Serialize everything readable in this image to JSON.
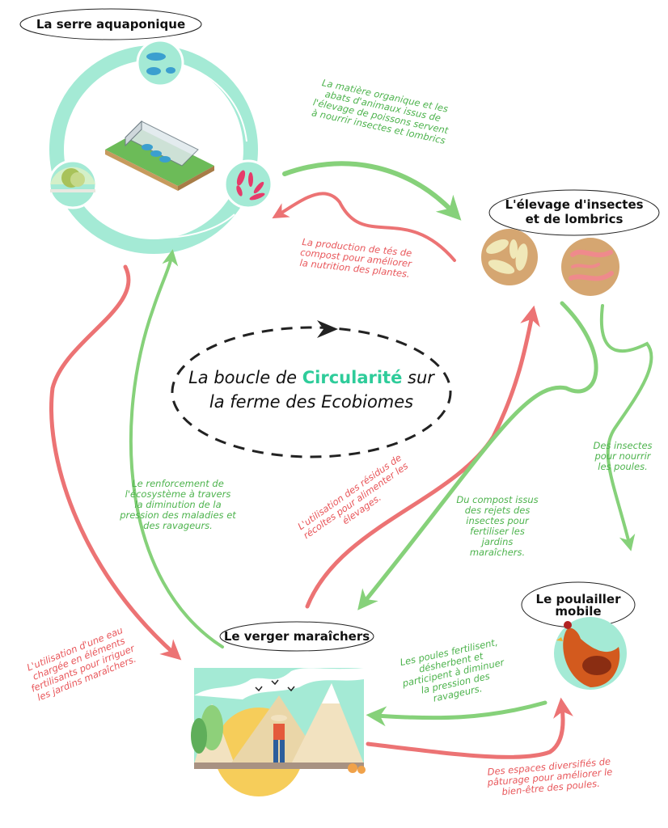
{
  "title": {
    "prefix": "La boucle de ",
    "accent": "Circularité",
    "suffix": " sur",
    "line2": "la ferme des Ecobiomes",
    "accent_color": "#2ecc9a"
  },
  "colors": {
    "green_flow": "#86d17a",
    "red_flow": "#ec7374",
    "cycle_ring": "#a4ead5",
    "green_text": "#4db34d",
    "red_text": "#e8565a"
  },
  "nodes": {
    "serre": {
      "label": "La serre aquaponique",
      "icons": [
        "fish-icon",
        "bacteria-icon",
        "lettuce-icon",
        "greenhouse-icon"
      ]
    },
    "elevage": {
      "label_line1": "L'élevage d'insectes",
      "label_line2": "et de lombrics",
      "icons": [
        "larvae-icon",
        "earthworm-icon"
      ]
    },
    "verger": {
      "label": "Le verger maraîchers",
      "icons": [
        "farmer-landscape-icon"
      ]
    },
    "poulailler": {
      "label_line1": "Le poulailler",
      "label_line2": "mobile",
      "icons": [
        "hen-icon"
      ]
    }
  },
  "flows": [
    {
      "id": "serre-to-elevage",
      "color": "green",
      "text": [
        "La matière organique et les",
        "abats d'animaux issus de",
        "l'élevage de poissons servent",
        "à nourrir insectes et lombrics"
      ]
    },
    {
      "id": "elevage-to-serre",
      "color": "red",
      "text": [
        "La production de tés de",
        "compost pour améliorer",
        "la nutrition des plantes."
      ]
    },
    {
      "id": "verger-to-serre",
      "color": "green",
      "text": [
        "Le renforcement de",
        "l'écosystème à travers",
        "la diminution de la",
        "pression des maladies et",
        "des ravageurs."
      ]
    },
    {
      "id": "verger-to-elevage",
      "color": "red",
      "text": [
        "L'utilisation des résidus de",
        "récoltes pour alimenter les",
        "élevages."
      ]
    },
    {
      "id": "elevage-to-verger",
      "color": "green",
      "text": [
        "Du compost issus",
        "des rejets des",
        "insectes pour",
        "fertiliser les",
        "jardins",
        "maraîchers."
      ]
    },
    {
      "id": "elevage-to-poulailler",
      "color": "green",
      "text": [
        "Des insectes",
        "pour nourrir",
        "les poules."
      ]
    },
    {
      "id": "serre-to-verger",
      "color": "red",
      "text": [
        "L'utilisation d'une eau",
        "chargée en éléments",
        "fertilisants pour irriguer",
        "les jardins maraîchers."
      ]
    },
    {
      "id": "poulailler-to-verger",
      "color": "green",
      "text": [
        "Les poules fertilisent,",
        "désherbent et",
        "participent à diminuer",
        "la pression des",
        "ravageurs."
      ]
    },
    {
      "id": "verger-to-poulailler",
      "color": "red",
      "text": [
        "Des espaces diversifiés de",
        "pâturage pour améliorer le",
        "bien-être des poules."
      ]
    }
  ]
}
